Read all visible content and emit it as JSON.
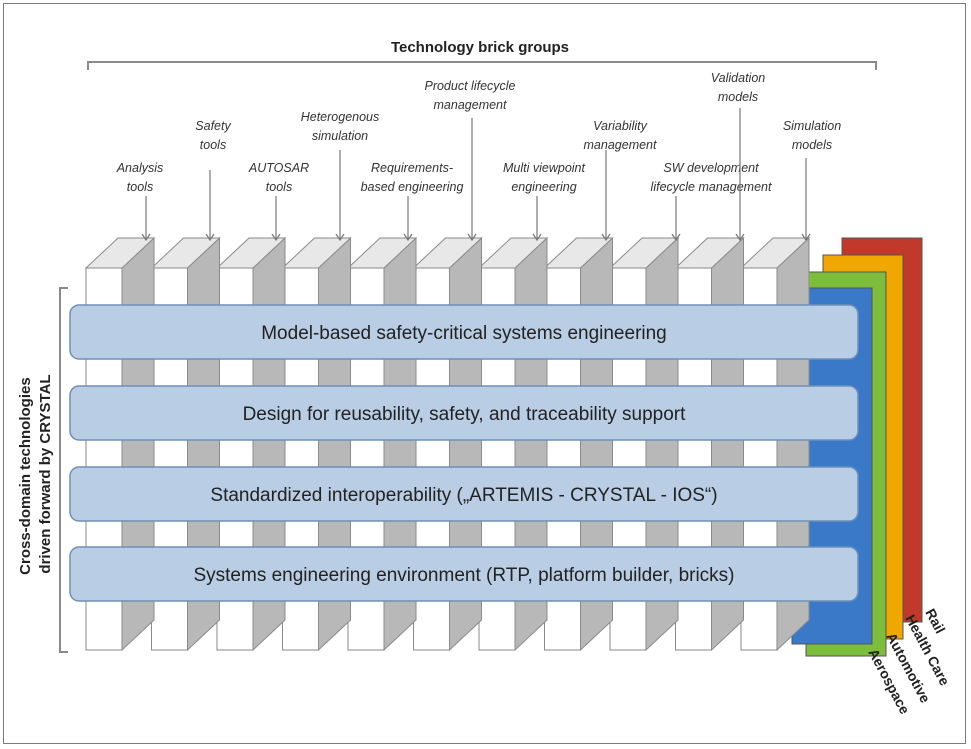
{
  "title": "Technology brick groups",
  "side_label": [
    "Cross-domain technologies",
    "driven forward by CRYSTAL"
  ],
  "bricks": [
    {
      "id": "analysis-tools",
      "lines": [
        "Analysis",
        "tools"
      ]
    },
    {
      "id": "safety-tools",
      "lines": [
        "Safety",
        "tools"
      ]
    },
    {
      "id": "autosar-tools",
      "lines": [
        "AUTOSAR",
        "tools"
      ]
    },
    {
      "id": "heterogenous-simulation",
      "lines": [
        "Heterogenous",
        "simulation"
      ]
    },
    {
      "id": "requirements-based-engineering",
      "lines": [
        "Requirements-",
        "based engineering"
      ]
    },
    {
      "id": "product-lifecycle-management",
      "lines": [
        "Product lifecycle",
        "management"
      ]
    },
    {
      "id": "multi-viewpoint-engineering",
      "lines": [
        "Multi viewpoint",
        "engineering"
      ]
    },
    {
      "id": "variability-management",
      "lines": [
        "Variability",
        "management"
      ]
    },
    {
      "id": "sw-development-lifecycle-management",
      "lines": [
        "SW development",
        "lifecycle management"
      ]
    },
    {
      "id": "validation-models",
      "lines": [
        "Validation",
        "models"
      ]
    },
    {
      "id": "simulation-models",
      "lines": [
        "Simulation",
        "models"
      ]
    }
  ],
  "bands": [
    "Model-based safety-critical systems engineering",
    "Design for reusability, safety, and traceability support",
    "Standardized interoperability („ARTEMIS - CRYSTAL - IOS“)",
    "Systems engineering environment (RTP, platform builder, bricks)"
  ],
  "domains": [
    {
      "name": "Rail",
      "color": "#c0392b"
    },
    {
      "name": "Health Care",
      "color": "#f0a800"
    },
    {
      "name": "Automotive",
      "color": "#7cbd3c"
    },
    {
      "name": "Aerospace",
      "color": "#3a78c8"
    }
  ],
  "colors": {
    "band_fill": "#b9cde4",
    "band_stroke": "#6f8fb8",
    "brick_front": "#ffffff",
    "brick_side": "#b8b8b8",
    "brick_top": "#e8e8e8",
    "line": "#777777"
  }
}
